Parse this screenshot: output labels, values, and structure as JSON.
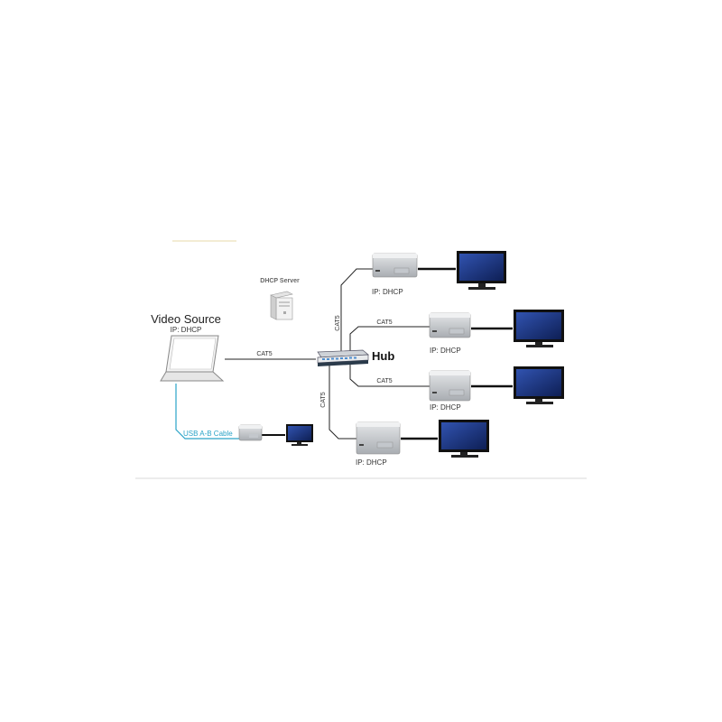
{
  "source": {
    "title": "Video Source",
    "ip": "IP: DHCP"
  },
  "server": {
    "label": "DHCP Server"
  },
  "hub": {
    "label": "Hub"
  },
  "cables": {
    "source_hub": "CAT5",
    "hub_up": "CAT5",
    "hub_right_top": "CAT5",
    "hub_right_bottom": "CAT5",
    "hub_down": "CAT5",
    "usb": "USB A-B Cable"
  },
  "receivers": [
    {
      "ip": "IP: DHCP"
    },
    {
      "ip": "IP: DHCP"
    },
    {
      "ip": "IP: DHCP"
    },
    {
      "ip": "IP: DHCP"
    }
  ],
  "colors": {
    "screen": "#1d3a8a",
    "usb_cable": "#2aa3c7",
    "accent_line": "#e7d9a8"
  }
}
